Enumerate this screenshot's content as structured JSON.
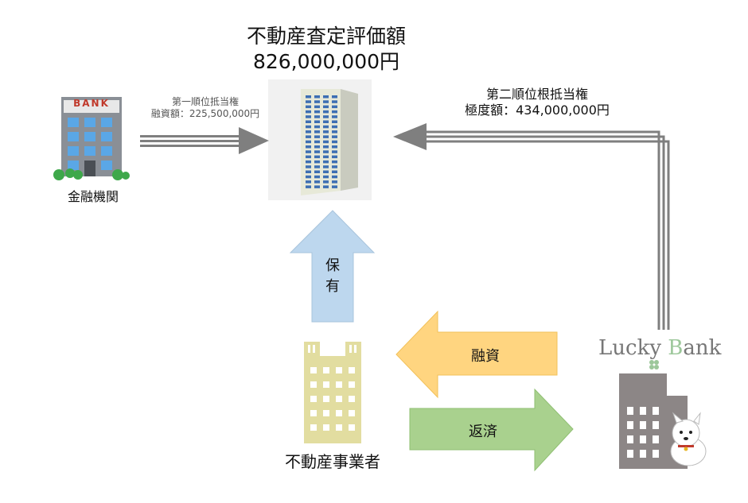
{
  "valuation": {
    "title": "不動産査定評価額",
    "amount": "826,000,000円"
  },
  "bank": {
    "sign": "BANK",
    "label": "金融機関"
  },
  "first_lien": {
    "line1": "第一順位抵当権",
    "line2": "融資額：225,500,000円"
  },
  "second_lien": {
    "line1": "第二順位根抵当権",
    "line2": "極度額：434,000,000円"
  },
  "own_arrow": {
    "label": "保有"
  },
  "loan_arrow": {
    "label": "融資"
  },
  "repay_arrow": {
    "label": "返済"
  },
  "operator": {
    "label": "不動産事業者"
  },
  "lucky_bank": {
    "logo_text_1": "Lucky ",
    "logo_text_2": "B",
    "logo_text_3": "ank"
  },
  "colors": {
    "own_arrow": "#bdd7ee",
    "loan_arrow": "#ffd580",
    "repay_arrow": "#a9d18e",
    "lien_arrow": "#7f7f7f",
    "operator_building": "#e2dda0",
    "lucky_building": "#8c8686"
  }
}
